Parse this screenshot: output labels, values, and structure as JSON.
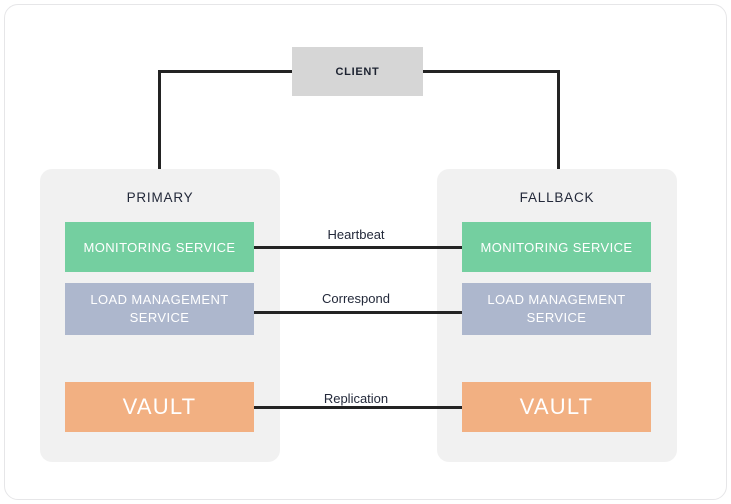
{
  "diagram": {
    "client": {
      "label": "CLIENT"
    },
    "sites": [
      {
        "id": "primary",
        "title": "PRIMARY",
        "services": [
          {
            "id": "monitoring-service",
            "label": "MONITORING SERVICE",
            "color": "#74cfa0"
          },
          {
            "id": "load-management-service",
            "label": "LOAD MANAGEMENT SERVICE",
            "color": "#adb7cd"
          },
          {
            "id": "vault",
            "label": "VAULT",
            "color": "#f2b082"
          }
        ]
      },
      {
        "id": "fallback",
        "title": "FALLBACK",
        "services": [
          {
            "id": "monitoring-service",
            "label": "MONITORING SERVICE",
            "color": "#74cfa0"
          },
          {
            "id": "load-management-service",
            "label": "LOAD MANAGEMENT SERVICE",
            "color": "#adb7cd"
          },
          {
            "id": "vault",
            "label": "VAULT",
            "color": "#f2b082"
          }
        ]
      }
    ],
    "links": [
      {
        "id": "heartbeat",
        "label": "Heartbeat",
        "from": "primary.monitoring-service",
        "to": "fallback.monitoring-service"
      },
      {
        "id": "correspond",
        "label": "Correspond",
        "from": "primary.load-management-service",
        "to": "fallback.load-management-service"
      },
      {
        "id": "replication",
        "label": "Replication",
        "from": "primary.vault",
        "to": "fallback.vault"
      }
    ],
    "colors": {
      "connector": "#232323",
      "panel_background": "#f1f1f1",
      "client_background": "#d6d6d6",
      "canvas_background": "#ffffff"
    }
  }
}
